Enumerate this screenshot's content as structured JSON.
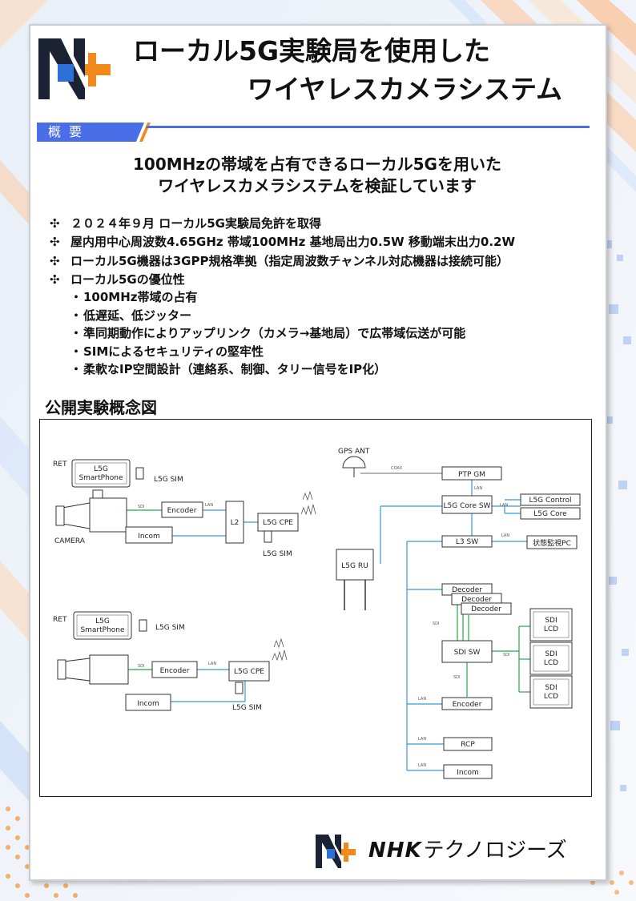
{
  "header": {
    "title_line1": "ローカル5G実験局を使用した",
    "title_line2": "ワイヤレスカメラシステム"
  },
  "section": {
    "label": "概要"
  },
  "lead": {
    "line1": "100MHzの帯域を占有できるローカル5Gを用いた",
    "line2": "ワイヤレスカメラシステムを検証しています"
  },
  "bullets": [
    {
      "marker": "✣",
      "text": "２０２４年９月 ローカル5G実験局免許を取得"
    },
    {
      "marker": "✣",
      "text": "屋内用中心周波数4.65GHz 帯域100MHz 基地局出力0.5W 移動端末出力0.2W"
    },
    {
      "marker": "✣",
      "text": "ローカル5G機器は3GPP規格準拠（指定周波数チャンネル対応機器は接続可能）"
    },
    {
      "marker": "✣",
      "text": "ローカル5Gの優位性"
    }
  ],
  "advantages": [
    {
      "marker": "・",
      "text": "100MHz帯域の占有"
    },
    {
      "marker": "・",
      "text": "低遅延、低ジッター"
    },
    {
      "marker": "・",
      "text": "準同期動作によりアップリンク（カメラ→基地局）で広帯域伝送が可能"
    },
    {
      "marker": "・",
      "text": "SIMによるセキュリティの堅牢性"
    },
    {
      "marker": "・",
      "text": "柔軟なIP空間設計（連絡系、制御、タリー信号をIP化）"
    }
  ],
  "diagram": {
    "title": "公開実験概念図",
    "labels": {
      "ret": "RET",
      "smartphone_l1": "L5G",
      "smartphone_l2": "SmartPhone",
      "l5g_sim": "L5G SIM",
      "encoder": "Encoder",
      "incom": "Incom",
      "l2": "L2",
      "l5g_cpe": "L5G CPE",
      "camera": "CAMERA",
      "gps_ant": "GPS ANT",
      "coax": "COAX",
      "ptp_gm": "PTP GM",
      "lan": "LAN",
      "sdi": "SDI",
      "l5g_core_sw": "L5G Core SW",
      "l5g_control": "L5G Control",
      "l5g_core": "L5G Core",
      "l3_sw": "L3 SW",
      "monitor_pc": "状態監視PC",
      "l5g_ru": "L5G RU",
      "decoder": "Decoder",
      "sdi_sw": "SDI SW",
      "sdi_lcd_l1": "SDI",
      "sdi_lcd_l2": "LCD",
      "rcp": "RCP"
    }
  },
  "footer": {
    "brand_bold": "NHK",
    "brand_rest": "テクノロジーズ"
  },
  "colors": {
    "blue": "#2d6fd6",
    "orange": "#f08a1c",
    "navy": "#1a2233",
    "section_bar": "#4a6ee8",
    "line_blue": "#3399dd",
    "line_green": "#22a844",
    "line_gray": "#888888"
  }
}
